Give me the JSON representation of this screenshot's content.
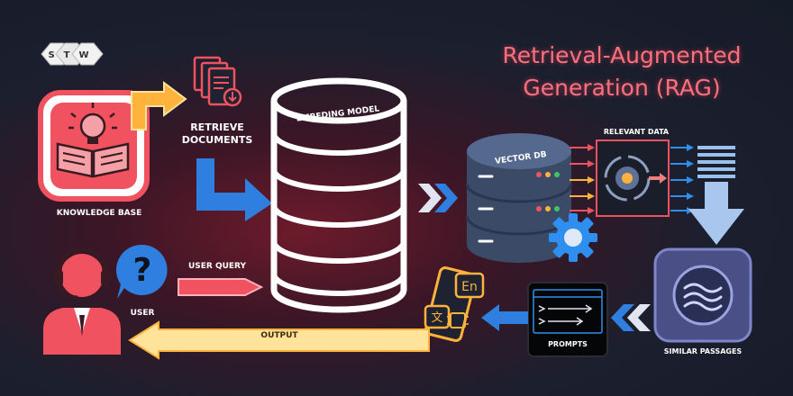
{
  "title": {
    "line1": "Retrieval-Augmented",
    "line2": "Generation (RAG)"
  },
  "logo": {
    "text": "STW"
  },
  "nodes": {
    "knowledge_base": "KNOWLEDGE BASE",
    "retrieve_documents_line1": "RETRIEVE",
    "retrieve_documents_line2": "DOCUMENTS",
    "embedding_model": "EMBEDING MODEL",
    "vector_db": "VECTOR DB",
    "relevant_data": "RELEVANT DATA",
    "similar_passages": "SIMILAR PASSAGES",
    "prompts": "PROMPTS",
    "user": "USER",
    "user_query": "USER QUERY",
    "output": "OUTPUT"
  },
  "colors": {
    "accent_red": "#f05260",
    "accent_blue": "#2f7fe0",
    "arrow_yellow": "#ffe39a",
    "arrow_orange": "#ffb23c",
    "db_white": "#ffffff",
    "vector_db_body": "#3b4a66",
    "gear_blue": "#2f8ff0",
    "passages_purple": "#4a4f86",
    "title_pink": "#ff6f7d"
  },
  "icons": [
    "logo-icon",
    "lightbulb-book-icon",
    "documents-download-icon",
    "database-icon",
    "vector-db-icon",
    "gear-icon",
    "ai-chip-icon",
    "wave-icon",
    "terminal-icon",
    "translate-phone-icon",
    "user-headset-icon",
    "question-bubble-icon"
  ]
}
